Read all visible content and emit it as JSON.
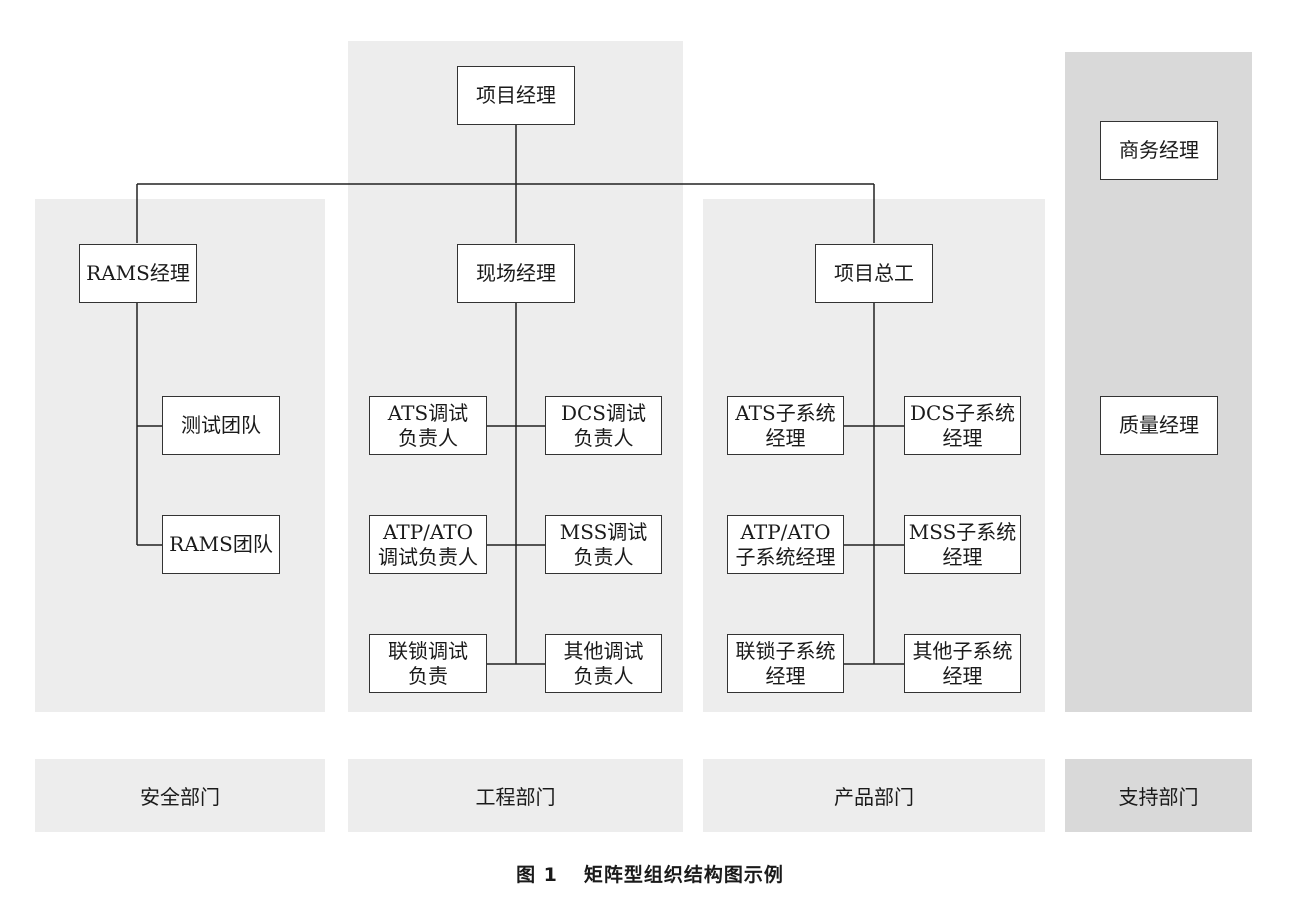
{
  "boxes": {
    "project_manager": "项目经理",
    "business_manager": "商务经理",
    "rams_manager": "RAMS经理",
    "site_manager": "现场经理",
    "chief_engineer": "项目总工",
    "quality_manager": "质量经理",
    "test_team": "测试团队",
    "rams_team": "RAMS团队",
    "ats_debug_lead": "ATS调试\n负责人",
    "dcs_debug_lead": "DCS调试\n负责人",
    "atp_ato_debug_lead": "ATP/ATO\n调试负责人",
    "mss_debug_lead": "MSS调试\n负责人",
    "interlock_debug_lead": "联锁调试\n负责",
    "other_debug_lead": "其他调试\n负责人",
    "ats_subsystem_manager": "ATS子系统\n经理",
    "dcs_subsystem_manager": "DCS子系统\n经理",
    "atp_ato_subsystem_manager": "ATP/ATO\n子系统经理",
    "mss_subsystem_manager": "MSS子系统\n经理",
    "interlock_subsystem_manager": "联锁子系统\n经理",
    "other_subsystem_manager": "其他子系统\n经理"
  },
  "departments": {
    "safety": "安全部门",
    "engineering": "工程部门",
    "product": "产品部门",
    "support": "支持部门"
  },
  "caption": {
    "number": "图 1",
    "title": "矩阵型组织结构图示例"
  }
}
